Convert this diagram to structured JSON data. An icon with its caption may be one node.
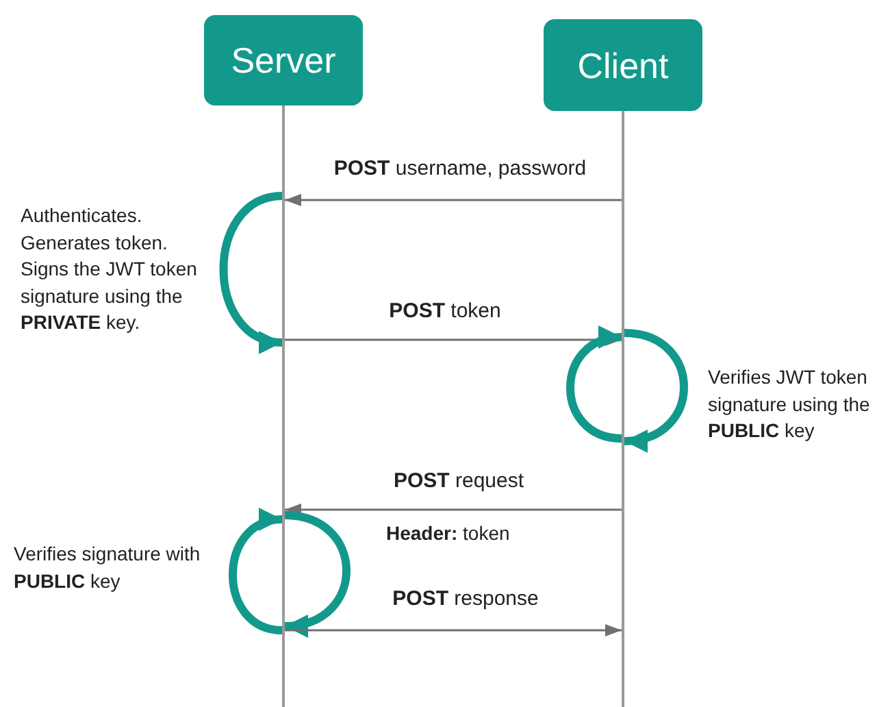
{
  "diagram": {
    "nodes": [
      {
        "text": [
          "Server"
        ]
      },
      {
        "text": [
          "Client"
        ]
      },
      {
        "text": [],
        "shape": "line"
      },
      {
        "text": [],
        "shape": "line"
      }
    ],
    "edges": [
      {
        "from": 3,
        "to": 2,
        "arrow": "to",
        "label": "**POST** username, password",
        "color": "#707070"
      },
      {
        "from": 2,
        "to": 2,
        "arrow": "to"
      },
      {
        "from": 2,
        "to": 3,
        "arrow": "to",
        "label": "**POST** token",
        "color": "#707070"
      },
      {
        "from": 3,
        "to": 3,
        "arrow": "to"
      },
      {
        "from": 3,
        "to": 3,
        "arrow": "to"
      },
      {
        "from": 3,
        "to": 2,
        "arrow": "to",
        "label": "**POST** request",
        "color": "#707070"
      },
      {
        "from": 2,
        "to": 2,
        "arrow": "to"
      },
      {
        "from": 2,
        "to": 2,
        "arrow": "to"
      },
      {
        "from": 2,
        "to": 3,
        "arrow": "to",
        "label": "**POST** response",
        "color": "#707070"
      }
    ],
    "labels": [
      "Authenticates. Generates token. Signs the JWT token signature using the **PRIVATE** key.",
      "Verifies JWT token signature using the **PUBLIC** key",
      "**Header:** token",
      "Verifies signature with **PUBLIC** key"
    ]
  }
}
